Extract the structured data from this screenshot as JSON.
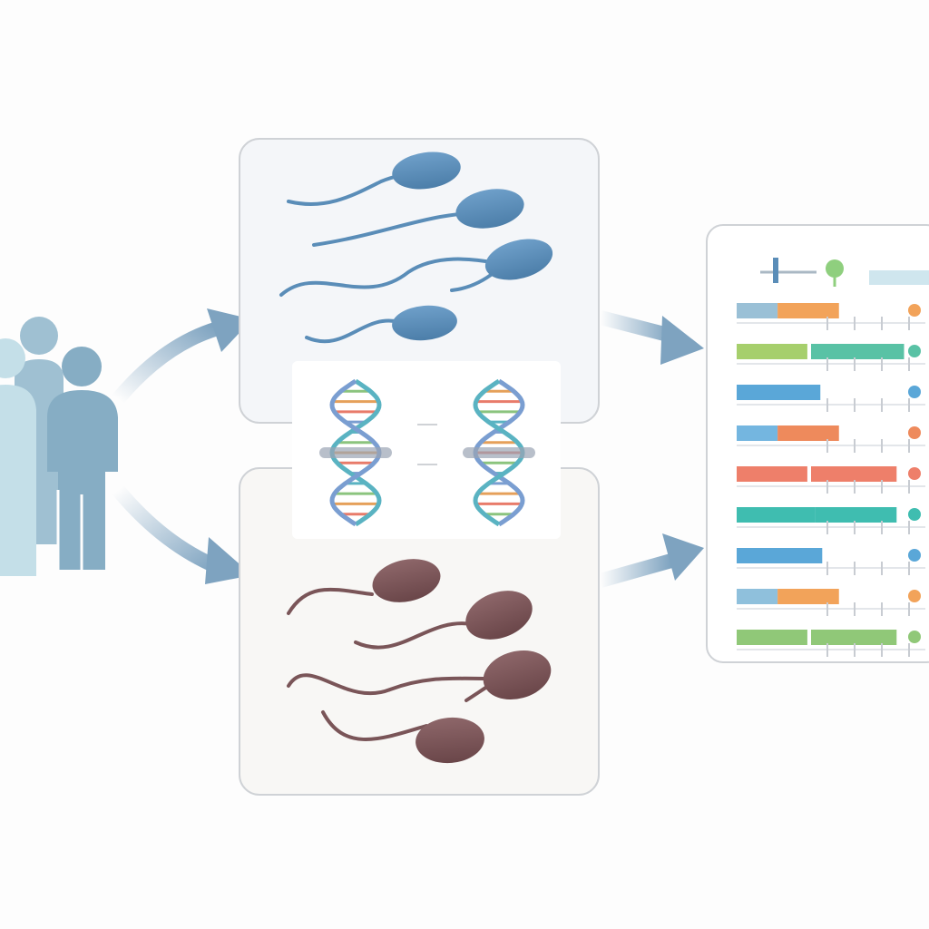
{
  "colors": {
    "background": "#fdfdfd",
    "panel_border": "#cfd2d6",
    "panel_top_fill": "#f4f6f9",
    "panel_bottom_fill": "#f8f7f5",
    "sperm_blue": "#5a8db8",
    "sperm_brown": "#7a5558",
    "person_light": "#b6d6e0",
    "person_mid": "#8cb2c7",
    "person_dark": "#7aa1bb",
    "arrow": "#7ea3c0",
    "dna_colors": [
      "#5ab3c2",
      "#8bc47e",
      "#e5a05a",
      "#e87b6a",
      "#7a9ed1"
    ]
  },
  "icons": {
    "population": "people-group-icon",
    "top_cells": "sperm-cell-icon",
    "bottom_cells": "sperm-cell-icon",
    "dna_left": "dna-helix-icon",
    "dna_right": "dna-helix-icon",
    "result": "genome-track-chart-icon"
  },
  "genome_tracks": [
    {
      "segments": [
        {
          "start": 0.0,
          "end": 0.22,
          "color": "#9ac0d6"
        },
        {
          "start": 0.22,
          "end": 0.55,
          "color": "#f2a35a"
        }
      ]
    },
    {
      "segments": [
        {
          "start": 0.0,
          "end": 0.38,
          "color": "#a6cf6c"
        },
        {
          "start": 0.4,
          "end": 0.9,
          "color": "#59c2a5"
        }
      ]
    },
    {
      "segments": [
        {
          "start": 0.0,
          "end": 0.45,
          "color": "#5aa7d8"
        }
      ]
    },
    {
      "segments": [
        {
          "start": 0.0,
          "end": 0.22,
          "color": "#74b6e0"
        },
        {
          "start": 0.22,
          "end": 0.55,
          "color": "#ee8a5c"
        }
      ]
    },
    {
      "segments": [
        {
          "start": 0.0,
          "end": 0.38,
          "color": "#ee7f6a"
        },
        {
          "start": 0.4,
          "end": 0.86,
          "color": "#ee7f6a"
        }
      ]
    },
    {
      "segments": [
        {
          "start": 0.0,
          "end": 0.42,
          "color": "#3fbdb0"
        },
        {
          "start": 0.42,
          "end": 0.86,
          "color": "#3fbdb0"
        }
      ]
    },
    {
      "segments": [
        {
          "start": 0.0,
          "end": 0.46,
          "color": "#5aa7d8"
        }
      ]
    },
    {
      "segments": [
        {
          "start": 0.0,
          "end": 0.22,
          "color": "#8fc0dc"
        },
        {
          "start": 0.22,
          "end": 0.55,
          "color": "#f2a35a"
        }
      ]
    },
    {
      "segments": [
        {
          "start": 0.0,
          "end": 0.38,
          "color": "#90c878"
        },
        {
          "start": 0.4,
          "end": 0.86,
          "color": "#90c878"
        }
      ]
    }
  ]
}
